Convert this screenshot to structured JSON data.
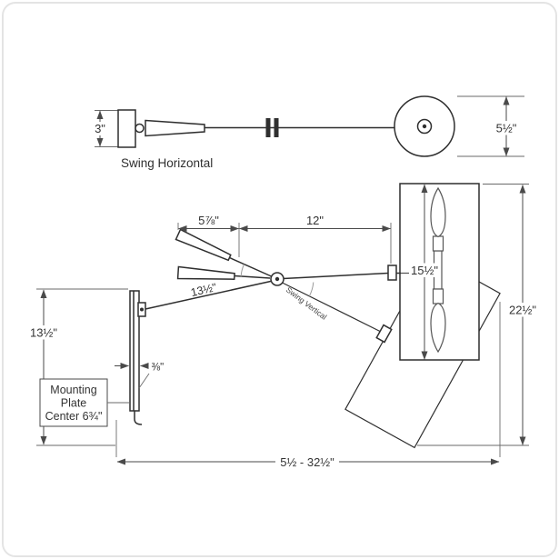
{
  "top_view": {
    "label": "Swing Horizontal",
    "dim_plate": "3\"",
    "dim_shade": "5½\""
  },
  "side_view": {
    "swing_label": "Swing Vertical",
    "dim_handle": "5⅞\"",
    "dim_arm": "12\"",
    "dim_shade_height": "15½\"",
    "dim_overall_height": "22½\"",
    "dim_swing_arm": "13½\"",
    "dim_backplate": "13½\"",
    "dim_plate_thickness": "⅜\"",
    "dim_extension": "5½ - 32½\"",
    "mounting_note": {
      "line1": "Mounting",
      "line2": "Plate",
      "line3": "Center 6¾\""
    }
  }
}
